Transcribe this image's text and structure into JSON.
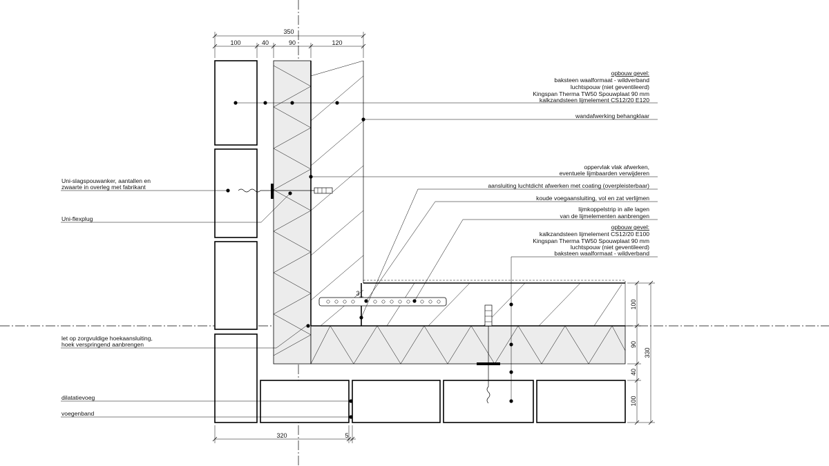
{
  "dimensions_top": {
    "total": "350",
    "parts": [
      "100",
      "40",
      "90",
      "120"
    ]
  },
  "dimensions_bottom": [
    "320",
    "5"
  ],
  "dimensions_right": {
    "total": "330",
    "parts": [
      "100",
      "90",
      "40",
      "100"
    ]
  },
  "small_dimension": "3",
  "annotations_right": [
    {
      "lines": [
        "opbouw gevel:",
        "baksteen waalformaat - wildverband",
        "luchtspouw (niet geventileerd)",
        "Kingspan Therma TW50 Spouwplaat 90 mm",
        "kalkzandsteen lijmelement CS12/20 E120"
      ]
    },
    {
      "lines": [
        "wandafwerking behangklaar"
      ]
    },
    {
      "lines": [
        "oppervlak vlak afwerken,",
        "eventuele lijmbaarden verwijderen"
      ]
    },
    {
      "lines": [
        "aansluiting luchtdicht afwerken met coating (overpleisterbaar)"
      ]
    },
    {
      "lines": [
        "koude voegaansluiting, vol en zat verlijmen"
      ]
    },
    {
      "lines": [
        "lijmkoppelstrip in alle lagen",
        "van de lijmelementen aanbrengen"
      ]
    },
    {
      "lines": [
        "opbouw gevel:",
        "kalkzandsteen lijmelement CS12/20 E100",
        "Kingspan Therma TW50 Spouwplaat 90 mm",
        "luchtspouw (niet geventileerd)",
        "baksteen waalformaat - wildverband"
      ]
    }
  ],
  "annotations_left": [
    {
      "lines": [
        "Uni-slagspouwanker, aantallen en",
        "zwaarte in overleg met fabrikant"
      ]
    },
    {
      "lines": [
        "Uni-flexplug"
      ]
    },
    {
      "lines": [
        "let op zorgvuldige hoekaansluiting,",
        "hoek verspringend aanbrengen"
      ]
    },
    {
      "lines": [
        "dilatatievoeg"
      ]
    },
    {
      "lines": [
        "voegenband"
      ]
    }
  ]
}
